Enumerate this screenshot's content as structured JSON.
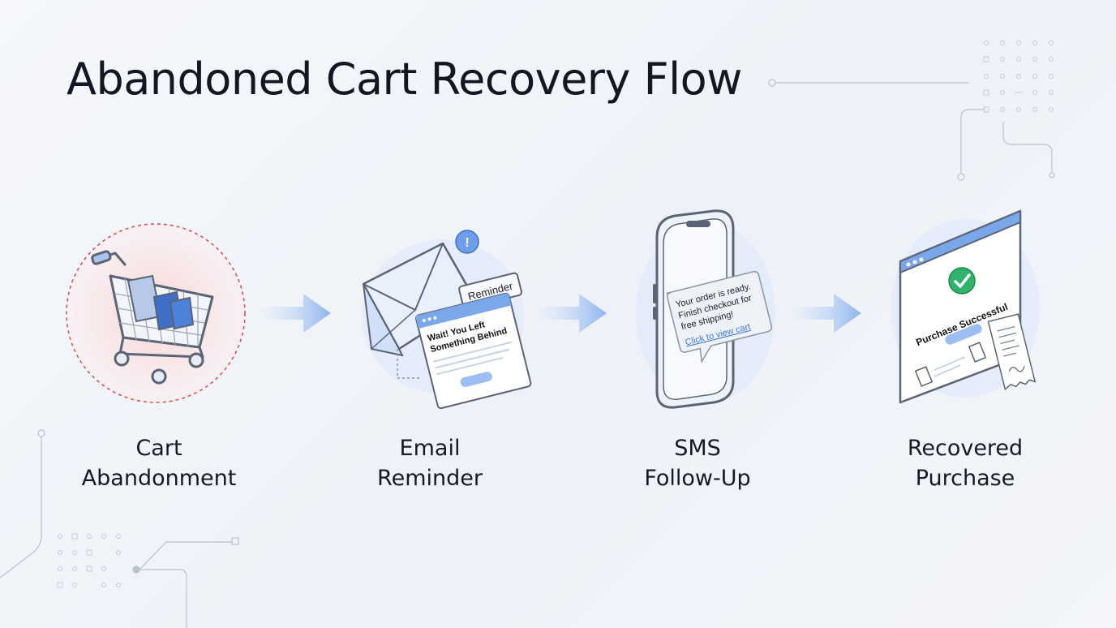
{
  "title": "Abandoned Cart Recovery Flow",
  "colors": {
    "accent": "#6f9ee8",
    "accent_light": "#c7dbf7",
    "outline": "#5b6475",
    "danger": "#d9534f",
    "success": "#2fb26a"
  },
  "steps": [
    {
      "line1": "Cart",
      "line2": "Abandonment",
      "icon": "shopping-cart-icon"
    },
    {
      "line1": "Email",
      "line2": "Reminder",
      "icon": "envelope-icon",
      "badge": "!",
      "tag": "Reminder",
      "card_title_1": "Wait! You Left",
      "card_title_2": "Something Behind"
    },
    {
      "line1": "SMS",
      "line2": "Follow-Up",
      "icon": "smartphone-icon",
      "msg_1": "Your order is ready.",
      "msg_2": "Finish checkout for",
      "msg_3": "free shipping!",
      "link": "Click to view cart"
    },
    {
      "line1": "Recovered",
      "line2": "Purchase",
      "icon": "browser-window-icon",
      "status": "Purchase Successful"
    }
  ]
}
